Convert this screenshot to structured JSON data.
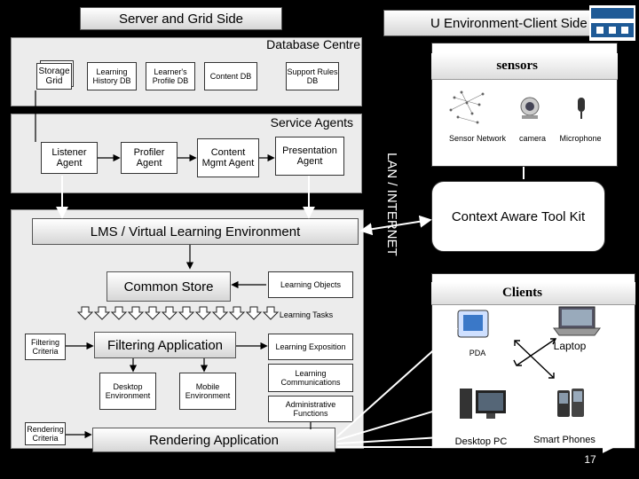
{
  "server_header": "Server and Grid Side",
  "client_header": "U Environment-Client Side",
  "database_centre": "Database Centre",
  "storage_grid": "Storage Grid",
  "db_items": [
    "Learning History DB",
    "Learner's Profile DB",
    "Content DB",
    "Support Rules DB"
  ],
  "service_agents": "Service Agents",
  "agents": [
    "Listener Agent",
    "Profiler Agent",
    "Content Mgmt Agent",
    "Presentation Agent"
  ],
  "lms": "LMS / Virtual Learning Environment",
  "common_store": "Common Store",
  "learning_objects": "Learning Objects",
  "learning_tasks": "Learning Tasks",
  "filtering_criteria": "Filtering Criteria",
  "filtering_application": "Filtering Application",
  "learning_exposition": "Learning Exposition",
  "desktop_environment": "Desktop Environment",
  "mobile_environment": "Mobile Environment",
  "learning_communications": "Learning Communications",
  "administrative_functions": "Administrative Functions",
  "rendering_criteria": "Rendering Criteria",
  "rendering_application": "Rendering Application",
  "network_label": "LAN / INTERNET",
  "sensors_title": "sensors",
  "sensor_items": [
    "Sensor Network",
    "camera",
    "Microphone"
  ],
  "context_toolkit": "Context Aware Tool Kit",
  "clients_title": "Clients",
  "client_devices": [
    "PDA",
    "Laptop",
    "Desktop PC",
    "Smart Phones"
  ],
  "page_number": "17",
  "colors": {
    "background": "#000000",
    "panel": "#ececec",
    "arrow": "#dddddd",
    "logo": "#1e5a96"
  },
  "icons": [
    "sensor-network-icon",
    "camera-icon",
    "microphone-icon",
    "pda-icon",
    "laptop-icon",
    "desktop-pc-icon",
    "smart-phone-icon",
    "university-logo"
  ]
}
